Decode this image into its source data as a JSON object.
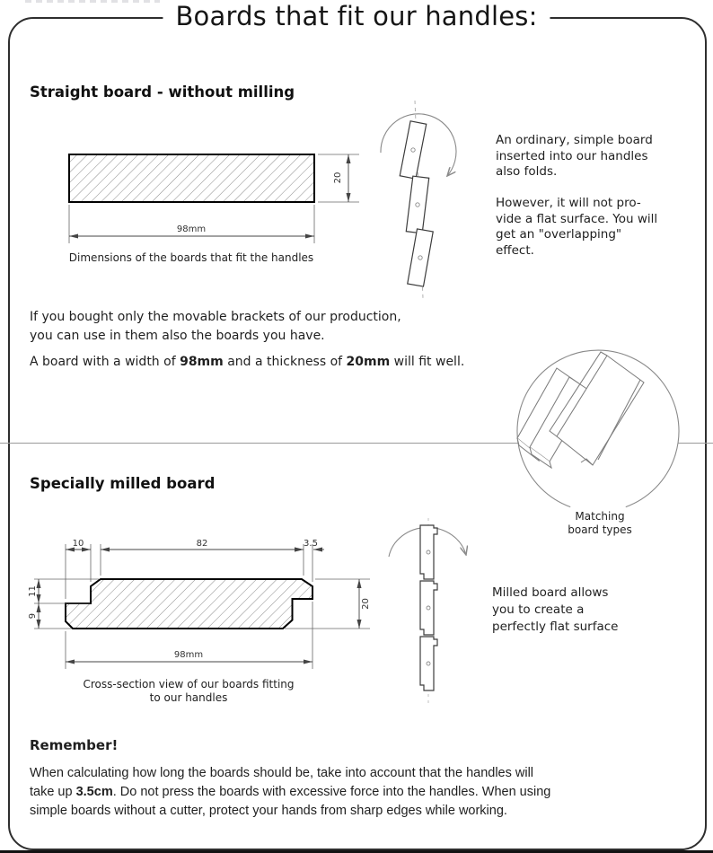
{
  "title": "Boards that fit our handles:",
  "section1": {
    "heading": "Straight board - without milling",
    "dim_width": "98mm",
    "dim_thickness": "20",
    "caption": "Dimensions of the boards that fit the handles",
    "note_para1": "An ordinary, simple board\ninserted into our handles\nalso folds.",
    "note_para2": "However, it will not pro-\nvide a flat surface. You will\nget an \"overlapping\"\neffect."
  },
  "middle": {
    "para1": "If you bought only the movable brackets of our production,\nyou can use in them also the boards you have.",
    "para2_prefix": "A board with a width of ",
    "para2_width": "98mm",
    "para2_mid": " and a thickness of ",
    "para2_thickness": "20mm",
    "para2_suffix": " will fit well."
  },
  "matching_label": "Matching\nboard types",
  "section2": {
    "heading": "Specially milled board",
    "dim_top_left": "10",
    "dim_top_mid": "82",
    "dim_top_right": "3.5",
    "dim_left_upper": "11",
    "dim_left_lower": "9",
    "dim_right": "20",
    "dim_bottom": "98mm",
    "caption": "Cross-section view of our boards fitting\nto our handles",
    "note": "Milled board allows\nyou to create a\nperfectly flat surface"
  },
  "remember": {
    "heading": "Remember!",
    "body_prefix": "When calculating how long the boards should be, take into account that the handles will\ntake up ",
    "body_bold": "3.5cm",
    "body_suffix": ". Do not press the boards with excessive force into the handles. When using\nsimple boards without a cutter, protect your hands from sharp edges while working."
  }
}
